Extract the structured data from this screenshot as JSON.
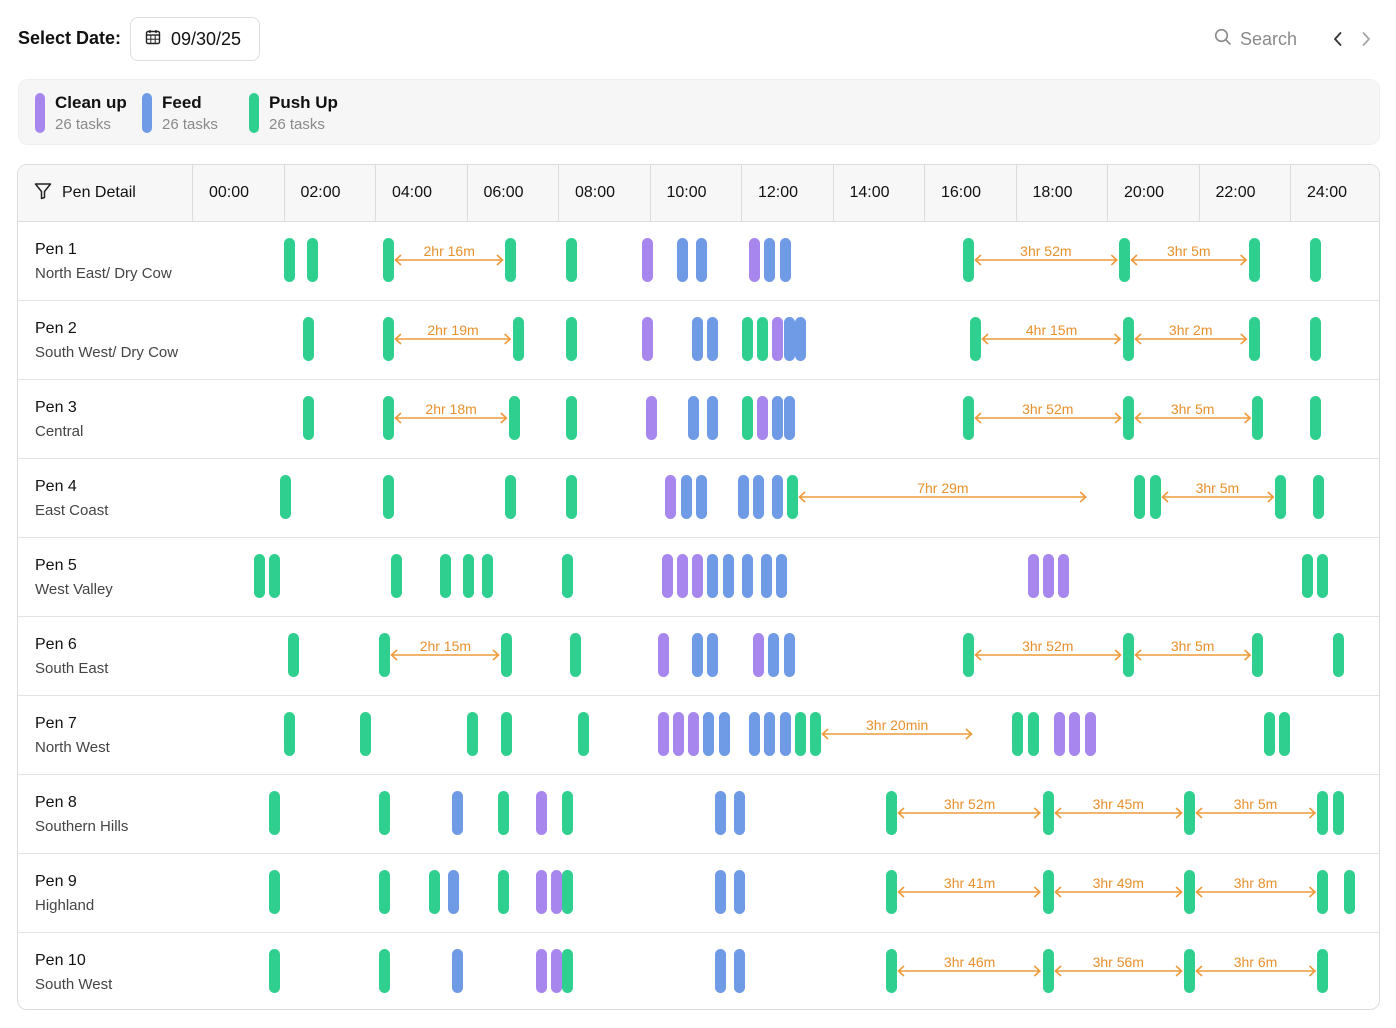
{
  "header": {
    "select_date_label": "Select Date:",
    "date_value": "09/30/25",
    "search_placeholder": "Search"
  },
  "colors": {
    "clean_up": "#a786ee",
    "feed": "#6f9ae6",
    "push_up": "#2fd08f",
    "gap_arrow": "#ee9a3a"
  },
  "icons": [
    "calendar-icon",
    "search-icon",
    "chevron-left-icon",
    "chevron-right-icon",
    "filter-icon"
  ],
  "legend": [
    {
      "name": "Clean up",
      "count": "26 tasks",
      "color": "clean_up"
    },
    {
      "name": "Feed",
      "count": "26 tasks",
      "color": "feed"
    },
    {
      "name": "Push Up",
      "count": "26 tasks",
      "color": "push_up"
    }
  ],
  "table": {
    "pen_column_label": "Pen Detail",
    "time_columns": [
      "00:00",
      "02:00",
      "04:00",
      "06:00",
      "08:00",
      "10:00",
      "12:00",
      "14:00",
      "16:00",
      "18:00",
      "20:00",
      "22:00",
      "24:00"
    ],
    "pens": [
      {
        "name": "Pen 1",
        "location": "North East/ Dry Cow",
        "tasks": [
          [
            "push_up",
            "01:45"
          ],
          [
            "push_up",
            "02:15"
          ],
          [
            "push_up",
            "03:55"
          ],
          [
            "push_up",
            "06:35"
          ],
          [
            "push_up",
            "07:55"
          ],
          [
            "clean_up",
            "09:35"
          ],
          [
            "feed",
            "10:20"
          ],
          [
            "feed",
            "10:45"
          ],
          [
            "clean_up",
            "11:55"
          ],
          [
            "feed",
            "12:15"
          ],
          [
            "feed",
            "12:35"
          ],
          [
            "push_up",
            "16:35"
          ],
          [
            "push_up",
            "20:00"
          ],
          [
            "push_up",
            "22:50"
          ],
          [
            "push_up",
            "24:10"
          ]
        ],
        "gaps": [
          [
            "03:55",
            "06:35",
            "2hr 16m"
          ],
          [
            "16:35",
            "20:00",
            "3hr 52m"
          ],
          [
            "20:00",
            "22:50",
            "3hr 5m"
          ]
        ]
      },
      {
        "name": "Pen 2",
        "location": "South West/ Dry Cow",
        "tasks": [
          [
            "push_up",
            "02:10"
          ],
          [
            "push_up",
            "03:55"
          ],
          [
            "push_up",
            "06:45"
          ],
          [
            "push_up",
            "07:55"
          ],
          [
            "clean_up",
            "09:35"
          ],
          [
            "feed",
            "10:40"
          ],
          [
            "feed",
            "11:00"
          ],
          [
            "push_up",
            "11:45"
          ],
          [
            "push_up",
            "12:05"
          ],
          [
            "clean_up",
            "12:25"
          ],
          [
            "feed",
            "12:40"
          ],
          [
            "feed",
            "12:55"
          ],
          [
            "push_up",
            "16:45"
          ],
          [
            "push_up",
            "20:05"
          ],
          [
            "push_up",
            "22:50"
          ],
          [
            "push_up",
            "24:10"
          ]
        ],
        "gaps": [
          [
            "03:55",
            "06:45",
            "2hr 19m"
          ],
          [
            "16:45",
            "20:05",
            "4hr 15m"
          ],
          [
            "20:05",
            "22:50",
            "3hr 2m"
          ]
        ]
      },
      {
        "name": "Pen 3",
        "location": "Central",
        "tasks": [
          [
            "push_up",
            "02:10"
          ],
          [
            "push_up",
            "03:55"
          ],
          [
            "push_up",
            "06:40"
          ],
          [
            "push_up",
            "07:55"
          ],
          [
            "clean_up",
            "09:40"
          ],
          [
            "feed",
            "10:35"
          ],
          [
            "feed",
            "11:00"
          ],
          [
            "push_up",
            "11:45"
          ],
          [
            "clean_up",
            "12:05"
          ],
          [
            "feed",
            "12:25"
          ],
          [
            "feed",
            "12:40"
          ],
          [
            "push_up",
            "16:35"
          ],
          [
            "push_up",
            "20:05"
          ],
          [
            "push_up",
            "22:55"
          ],
          [
            "push_up",
            "24:10"
          ]
        ],
        "gaps": [
          [
            "03:55",
            "06:40",
            "2hr 18m"
          ],
          [
            "16:35",
            "20:05",
            "3hr 52m"
          ],
          [
            "20:05",
            "22:55",
            "3hr 5m"
          ]
        ]
      },
      {
        "name": "Pen 4",
        "location": "East Coast",
        "tasks": [
          [
            "push_up",
            "01:40"
          ],
          [
            "push_up",
            "03:55"
          ],
          [
            "push_up",
            "06:35"
          ],
          [
            "push_up",
            "07:55"
          ],
          [
            "clean_up",
            "10:05"
          ],
          [
            "feed",
            "10:25"
          ],
          [
            "feed",
            "10:45"
          ],
          [
            "feed",
            "11:40"
          ],
          [
            "feed",
            "12:00"
          ],
          [
            "feed",
            "12:25"
          ],
          [
            "push_up",
            "12:45"
          ],
          [
            "push_up",
            "20:20"
          ],
          [
            "push_up",
            "20:40"
          ],
          [
            "push_up",
            "23:25"
          ],
          [
            "push_up",
            "24:15"
          ]
        ],
        "gaps": [
          [
            "12:45",
            "19:20",
            "7hr 29m"
          ],
          [
            "20:40",
            "23:25",
            "3hr 5m"
          ]
        ]
      },
      {
        "name": "Pen 5",
        "location": "West Valley",
        "tasks": [
          [
            "push_up",
            "01:05"
          ],
          [
            "push_up",
            "01:25"
          ],
          [
            "push_up",
            "04:05"
          ],
          [
            "push_up",
            "05:10"
          ],
          [
            "push_up",
            "05:40"
          ],
          [
            "push_up",
            "06:05"
          ],
          [
            "push_up",
            "07:50"
          ],
          [
            "clean_up",
            "10:00"
          ],
          [
            "clean_up",
            "10:20"
          ],
          [
            "clean_up",
            "10:40"
          ],
          [
            "feed",
            "11:00"
          ],
          [
            "feed",
            "11:20"
          ],
          [
            "feed",
            "11:45"
          ],
          [
            "feed",
            "12:10"
          ],
          [
            "feed",
            "12:30"
          ],
          [
            "clean_up",
            "18:00"
          ],
          [
            "clean_up",
            "18:20"
          ],
          [
            "clean_up",
            "18:40"
          ],
          [
            "push_up",
            "24:00"
          ],
          [
            "push_up",
            "24:20"
          ]
        ],
        "gaps": []
      },
      {
        "name": "Pen 6",
        "location": "South East",
        "tasks": [
          [
            "push_up",
            "01:50"
          ],
          [
            "push_up",
            "03:50"
          ],
          [
            "push_up",
            "06:30"
          ],
          [
            "push_up",
            "08:00"
          ],
          [
            "clean_up",
            "09:55"
          ],
          [
            "feed",
            "10:40"
          ],
          [
            "feed",
            "11:00"
          ],
          [
            "clean_up",
            "12:00"
          ],
          [
            "feed",
            "12:20"
          ],
          [
            "feed",
            "12:40"
          ],
          [
            "push_up",
            "16:35"
          ],
          [
            "push_up",
            "20:05"
          ],
          [
            "push_up",
            "22:55"
          ],
          [
            "push_up",
            "24:40"
          ]
        ],
        "gaps": [
          [
            "03:50",
            "06:30",
            "2hr 15m"
          ],
          [
            "16:35",
            "20:05",
            "3hr 52m"
          ],
          [
            "20:05",
            "22:55",
            "3hr 5m"
          ]
        ]
      },
      {
        "name": "Pen 7",
        "location": "North West",
        "tasks": [
          [
            "push_up",
            "01:45"
          ],
          [
            "push_up",
            "03:25"
          ],
          [
            "push_up",
            "05:45"
          ],
          [
            "push_up",
            "06:30"
          ],
          [
            "push_up",
            "08:10"
          ],
          [
            "clean_up",
            "09:55"
          ],
          [
            "clean_up",
            "10:15"
          ],
          [
            "clean_up",
            "10:35"
          ],
          [
            "feed",
            "10:55"
          ],
          [
            "feed",
            "11:15"
          ],
          [
            "feed",
            "11:55"
          ],
          [
            "feed",
            "12:15"
          ],
          [
            "feed",
            "12:35"
          ],
          [
            "push_up",
            "12:55"
          ],
          [
            "push_up",
            "13:15"
          ],
          [
            "push_up",
            "17:40"
          ],
          [
            "push_up",
            "18:00"
          ],
          [
            "clean_up",
            "18:35"
          ],
          [
            "clean_up",
            "18:55"
          ],
          [
            "clean_up",
            "19:15"
          ],
          [
            "push_up",
            "23:10"
          ],
          [
            "push_up",
            "23:30"
          ]
        ],
        "gaps": [
          [
            "13:15",
            "16:50",
            "3hr 20min"
          ]
        ]
      },
      {
        "name": "Pen 8",
        "location": "Southern Hills",
        "tasks": [
          [
            "push_up",
            "01:25"
          ],
          [
            "push_up",
            "03:50"
          ],
          [
            "feed",
            "05:25"
          ],
          [
            "push_up",
            "06:25"
          ],
          [
            "clean_up",
            "07:15"
          ],
          [
            "push_up",
            "07:50"
          ],
          [
            "feed",
            "11:10"
          ],
          [
            "feed",
            "11:35"
          ],
          [
            "push_up",
            "14:55"
          ],
          [
            "push_up",
            "18:20"
          ],
          [
            "push_up",
            "21:25"
          ],
          [
            "push_up",
            "24:20"
          ],
          [
            "push_up",
            "24:40"
          ]
        ],
        "gaps": [
          [
            "14:55",
            "18:20",
            "3hr 52m"
          ],
          [
            "18:20",
            "21:25",
            "3hr 45m"
          ],
          [
            "21:25",
            "24:20",
            "3hr 5m"
          ]
        ]
      },
      {
        "name": "Pen 9",
        "location": "Highland",
        "tasks": [
          [
            "push_up",
            "01:25"
          ],
          [
            "push_up",
            "03:50"
          ],
          [
            "push_up",
            "04:55"
          ],
          [
            "feed",
            "05:20"
          ],
          [
            "push_up",
            "06:25"
          ],
          [
            "clean_up",
            "07:15"
          ],
          [
            "clean_up",
            "07:35"
          ],
          [
            "push_up",
            "07:50"
          ],
          [
            "feed",
            "11:10"
          ],
          [
            "feed",
            "11:35"
          ],
          [
            "push_up",
            "14:55"
          ],
          [
            "push_up",
            "18:20"
          ],
          [
            "push_up",
            "21:25"
          ],
          [
            "push_up",
            "24:20"
          ],
          [
            "push_up",
            "24:55"
          ]
        ],
        "gaps": [
          [
            "14:55",
            "18:20",
            "3hr 41m"
          ],
          [
            "18:20",
            "21:25",
            "3hr 49m"
          ],
          [
            "21:25",
            "24:20",
            "3hr 8m"
          ]
        ]
      },
      {
        "name": "Pen 10",
        "location": "South West",
        "tasks": [
          [
            "push_up",
            "01:25"
          ],
          [
            "push_up",
            "03:50"
          ],
          [
            "feed",
            "05:25"
          ],
          [
            "clean_up",
            "07:15"
          ],
          [
            "clean_up",
            "07:35"
          ],
          [
            "push_up",
            "07:50"
          ],
          [
            "feed",
            "11:10"
          ],
          [
            "feed",
            "11:35"
          ],
          [
            "push_up",
            "14:55"
          ],
          [
            "push_up",
            "18:20"
          ],
          [
            "push_up",
            "21:25"
          ],
          [
            "push_up",
            "24:20"
          ]
        ],
        "gaps": [
          [
            "14:55",
            "18:20",
            "3hr 46m"
          ],
          [
            "18:20",
            "21:25",
            "3hr 56m"
          ],
          [
            "21:25",
            "24:20",
            "3hr 6m"
          ]
        ]
      }
    ]
  }
}
